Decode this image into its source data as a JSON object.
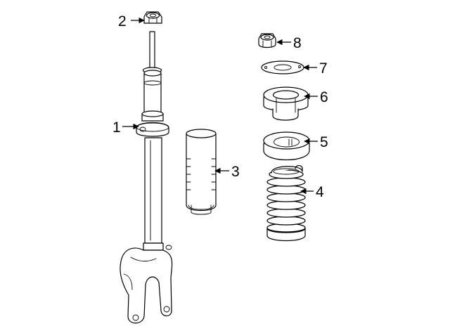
{
  "callouts": [
    {
      "id": "1",
      "label": "1",
      "part": "strut"
    },
    {
      "id": "2",
      "label": "2",
      "part": "strut-nut"
    },
    {
      "id": "3",
      "label": "3",
      "part": "dust-boot"
    },
    {
      "id": "4",
      "label": "4",
      "part": "coil-spring"
    },
    {
      "id": "5",
      "label": "5",
      "part": "lower-spring-seat"
    },
    {
      "id": "6",
      "label": "6",
      "part": "upper-mount"
    },
    {
      "id": "7",
      "label": "7",
      "part": "mount-washer"
    },
    {
      "id": "8",
      "label": "8",
      "part": "mount-nut"
    }
  ],
  "colors": {
    "line": "#000000",
    "background": "#ffffff"
  }
}
